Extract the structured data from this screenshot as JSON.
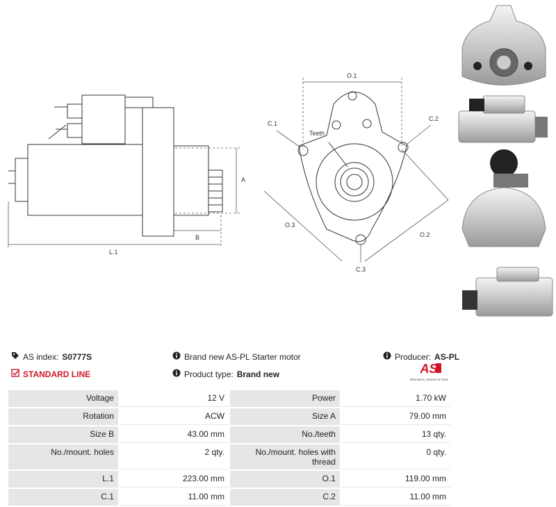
{
  "drawing": {
    "side_labels": {
      "a": "A",
      "b": "B",
      "l1": "L.1"
    },
    "front_labels": {
      "o1": "O.1",
      "o2": "O.2",
      "o3": "O.3",
      "c1": "C.1",
      "c2": "C.2",
      "c3": "C.3",
      "teeth": "Teeth"
    }
  },
  "info": {
    "as_index_label": "AS index:",
    "as_index_value": "S0777S",
    "standard_line": "STANDARD LINE",
    "description": "Brand new AS-PL Starter motor",
    "product_type_label": "Product type:",
    "product_type_value": "Brand new",
    "producer_label": "Producer:",
    "producer_value": "AS-PL",
    "logo_text": "AS",
    "logo_subtext": "Alternators, Starters & Parts"
  },
  "specs": [
    [
      {
        "label": "Voltage",
        "value": "12 V"
      },
      {
        "label": "Power",
        "value": "1.70 kW"
      }
    ],
    [
      {
        "label": "Rotation",
        "value": "ACW"
      },
      {
        "label": "Size A",
        "value": "79.00 mm"
      }
    ],
    [
      {
        "label": "Size B",
        "value": "43.00 mm"
      },
      {
        "label": "No./teeth",
        "value": "13 qty."
      }
    ],
    [
      {
        "label": "No./mount. holes",
        "value": "2 qty."
      },
      {
        "label": "No./mount. holes with thread",
        "value": "0 qty."
      }
    ],
    [
      {
        "label": "L.1",
        "value": "223.00 mm"
      },
      {
        "label": "O.1",
        "value": "119.00 mm"
      }
    ],
    [
      {
        "label": "C.1",
        "value": "11.00 mm"
      },
      {
        "label": "C.2",
        "value": "11.00 mm"
      }
    ]
  ]
}
